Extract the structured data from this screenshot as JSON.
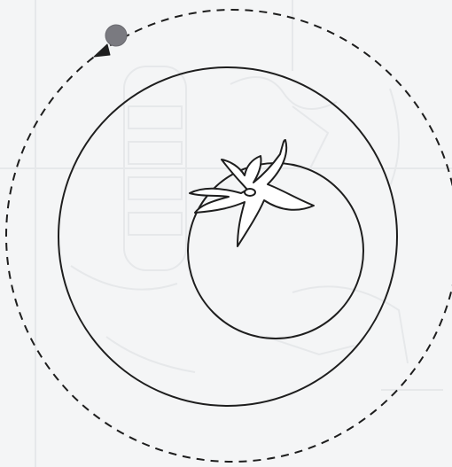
{
  "diagram": {
    "background_color": "#f4f5f6",
    "line_color": "#1e1e1e",
    "marker_color": "#7a7a80",
    "texture_color": "#e6e8ea",
    "elements": [
      {
        "name": "dashed-orbit-circle",
        "style": "dashed"
      },
      {
        "name": "solid-plate-circle",
        "style": "solid"
      },
      {
        "name": "tomato-body-circle",
        "style": "solid"
      },
      {
        "name": "tomato-stem-icon",
        "style": "outline"
      },
      {
        "name": "marker-dot-icon",
        "style": "filled"
      },
      {
        "name": "pointer-arrow-icon",
        "style": "filled"
      }
    ]
  }
}
